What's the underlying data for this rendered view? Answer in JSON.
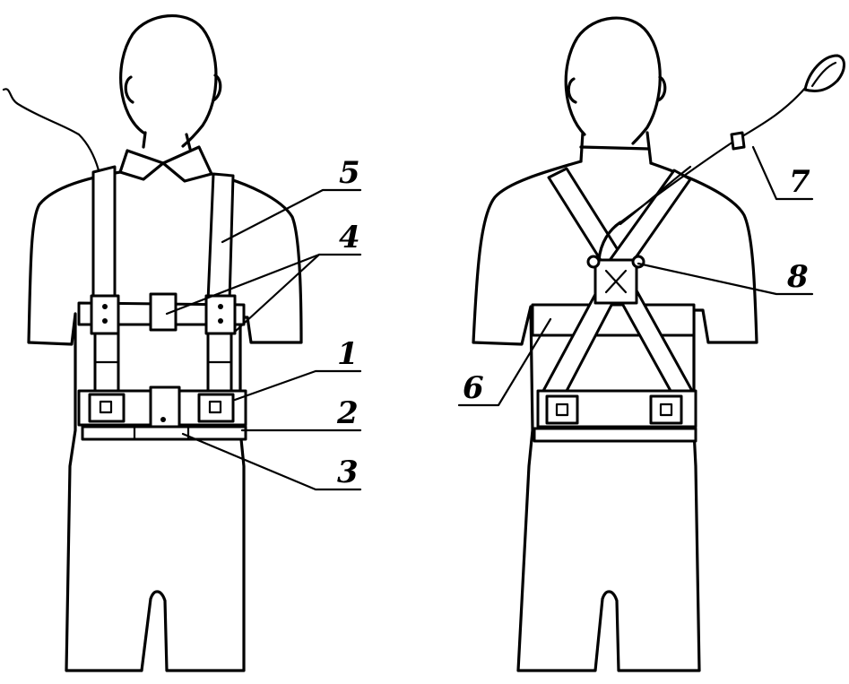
{
  "callouts": {
    "belt": "1",
    "lower_strap": "2",
    "buckle": "3",
    "adjusters": "4",
    "shoulder_strap": "5",
    "back_belt": "6",
    "lanyard": "7",
    "back_ring": "8"
  }
}
